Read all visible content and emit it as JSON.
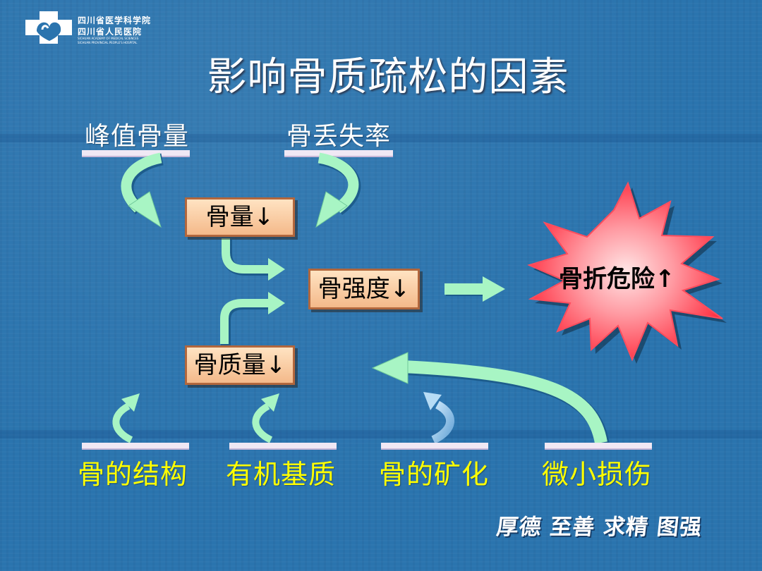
{
  "logo": {
    "line1": "四川省医学科学院",
    "line2": "四川省人民医院",
    "line3": "SICHUAN ACADEMY OF MEDICAL SCIENCES",
    "line4": "SICHUAN PROVINCIAL PEOPLE'S HOSPITAL"
  },
  "title": "影响骨质疏松的因素",
  "top_factors": {
    "peak_bone_mass": "峰值骨量",
    "bone_loss_rate": "骨丢失率"
  },
  "boxes": {
    "bone_mass": "骨量↓",
    "bone_strength": "骨强度↓",
    "bone_quality": "骨质量↓"
  },
  "fracture_risk": "骨折危险↑",
  "bottom_factors": {
    "structure": "骨的结构",
    "matrix": "有机基质",
    "mineralization": "骨的矿化",
    "micro_damage": "微小损伤"
  },
  "motto": "厚德 至善 求精 图强",
  "colors": {
    "background": "#2a74ae",
    "arrow_fill": "#a8f5c4",
    "arrow_alt_fill": "#8fc8ec",
    "starburst_center": "#ffd0d0",
    "starburst_edge": "#ff2a3c",
    "bottom_text": "#ffff00"
  }
}
